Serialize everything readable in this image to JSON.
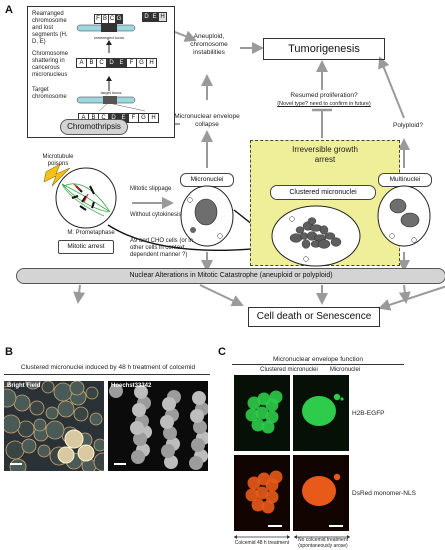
{
  "panel_a": {
    "label": "A",
    "chromothripsis": {
      "rearranged_text": "Rearranged chromosome and lost segments (H, D, E)",
      "shattering_text": "Chromosome shattering in cancerous micronucleus",
      "target_text": "Target chromosome",
      "rearranged_locus": "rearranged locus",
      "target_locus": "target locus",
      "lost_letters": [
        "D",
        "E",
        "H"
      ],
      "rearranged_letters": [
        "F",
        "B",
        "C",
        "G"
      ],
      "shatter_letters": [
        "A",
        "B",
        "C",
        "D",
        "E",
        "F",
        "G",
        "H"
      ],
      "target_letters": [
        "A",
        "B",
        "C",
        "D",
        "E",
        "F",
        "G",
        "H"
      ],
      "bottom_letters": [
        "A",
        "B",
        "C",
        "D",
        "E",
        "F",
        "G",
        "H"
      ],
      "label": "Chromothripsis"
    },
    "aneuploid": "Aneuploid, chromosome instabilities",
    "tumorigenesis": "Tumorigenesis",
    "resumed": "Resumed proliferation?",
    "novel_type": "(Novel type? need to confirm in future)",
    "polyploid": "Polyploid?",
    "envelope_collapse": "Micronuclear envelope collapse",
    "irreversible": "Irreversible growth arrest",
    "micronuclei": "Micronuclei",
    "clustered": "Clustered micronuclei",
    "multinuclei": "Multinuclei",
    "microtubule": "Microtubule poisons",
    "prometaphase": "M: Prometaphase",
    "mitotic_arrest": "Mitotic arrest",
    "slippage": "Mitotic slippage",
    "without_cyto": "Without cytokinesis",
    "a9": "A9 and CHO cells (or in other cells in context dependent manner ?)",
    "nuclear_alterations": "Nuclear Alterations in Mitotic Catastrophe (aneuploid or polyploid)",
    "cell_death": "Cell death or Senescence"
  },
  "panel_b": {
    "label": "B",
    "title": "Clustered micronuclei induced by 48 h treatment of colcemid",
    "bright_field": "Bright Field",
    "hoechst": "Hoechst33342"
  },
  "panel_c": {
    "label": "C",
    "title": "Micronuclear envelope function",
    "col1": "Clustered micronuclei",
    "col2": "Micronuclei",
    "row1": "H2B-EGFP",
    "row2": "DsRed monomer-NLS",
    "foot1": "Colcemid 48 h treatment",
    "foot2": "No colcemid treatment (spontaneously arose)"
  },
  "colors": {
    "yellow_box": "#efef9a",
    "gray_box": "#d4d4d4",
    "teal_chrom": "#9ed7e0",
    "arrow_gray": "#9a9a9a",
    "green": "#2ecc4a",
    "red": "#e85a1a"
  }
}
